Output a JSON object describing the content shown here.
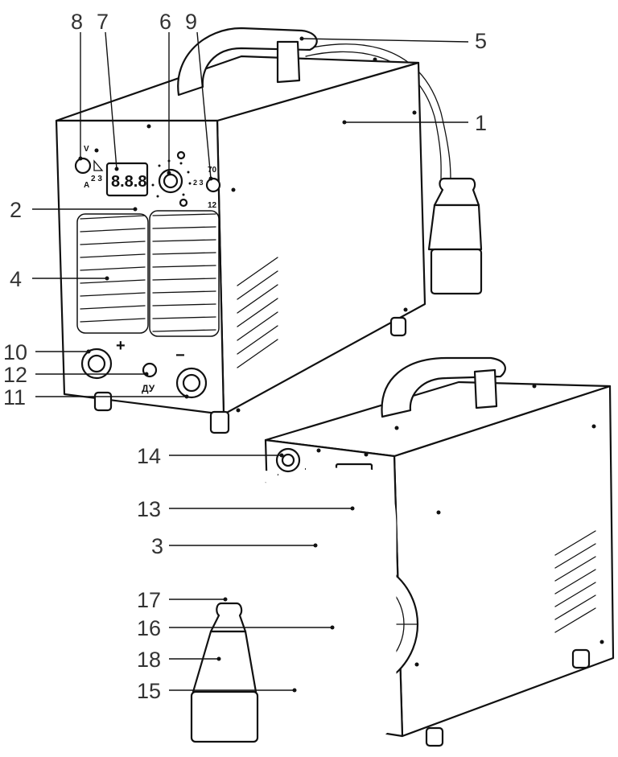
{
  "callouts": [
    {
      "id": "1",
      "label": "1"
    },
    {
      "id": "2",
      "label": "2"
    },
    {
      "id": "3",
      "label": "3"
    },
    {
      "id": "4",
      "label": "4"
    },
    {
      "id": "5",
      "label": "5"
    },
    {
      "id": "6",
      "label": "6"
    },
    {
      "id": "7",
      "label": "7"
    },
    {
      "id": "8",
      "label": "8"
    },
    {
      "id": "9",
      "label": "9"
    },
    {
      "id": "10",
      "label": "10"
    },
    {
      "id": "11",
      "label": "11"
    },
    {
      "id": "12",
      "label": "12"
    },
    {
      "id": "13",
      "label": "13"
    },
    {
      "id": "14",
      "label": "14"
    },
    {
      "id": "15",
      "label": "15"
    },
    {
      "id": "16",
      "label": "16"
    },
    {
      "id": "17",
      "label": "17"
    },
    {
      "id": "18",
      "label": "18"
    }
  ],
  "front_panel": {
    "volt_label": "V",
    "amp_label": "A",
    "display_digits": "8.8.8",
    "mode_label_left": "2 3",
    "mode_label_right": "2 3",
    "value_top": "70",
    "value_bottom": "12",
    "plus_symbol": "+",
    "minus_symbol": "−",
    "remote_label": "ДУ"
  }
}
